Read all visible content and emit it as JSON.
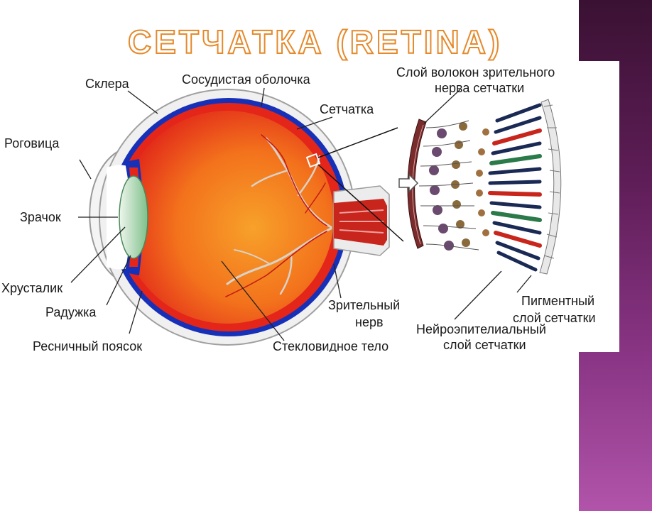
{
  "title": "СЕТЧАТКА (RETINA)",
  "labels": {
    "sclera": "Склера",
    "choroid": "Сосудистая оболочка",
    "retina": "Сетчатка",
    "cornea": "Роговица",
    "pupil": "Зрачок",
    "lens": "Хрусталик",
    "iris": "Радужка",
    "ciliary": "Ресничный поясок",
    "vitreous": "Стекловидное тело",
    "optic_nerve_1": "Зрительный",
    "optic_nerve_2": "нерв",
    "fiber_layer_1": "Слой волокон зрительного",
    "fiber_layer_2": "нерва сетчатки",
    "pigment_layer_1": "Пигментный",
    "pigment_layer_2": "слой сетчатки",
    "neuro_layer_1": "Нейроэпителиальный",
    "neuro_layer_2": "слой сетчатки"
  },
  "colors": {
    "accent_title": "#e58a2c",
    "eye_inner": "#f5871d",
    "eye_red": "#e3251a",
    "choroid_blue": "#1730b8",
    "band_purple": "#8a3585"
  }
}
